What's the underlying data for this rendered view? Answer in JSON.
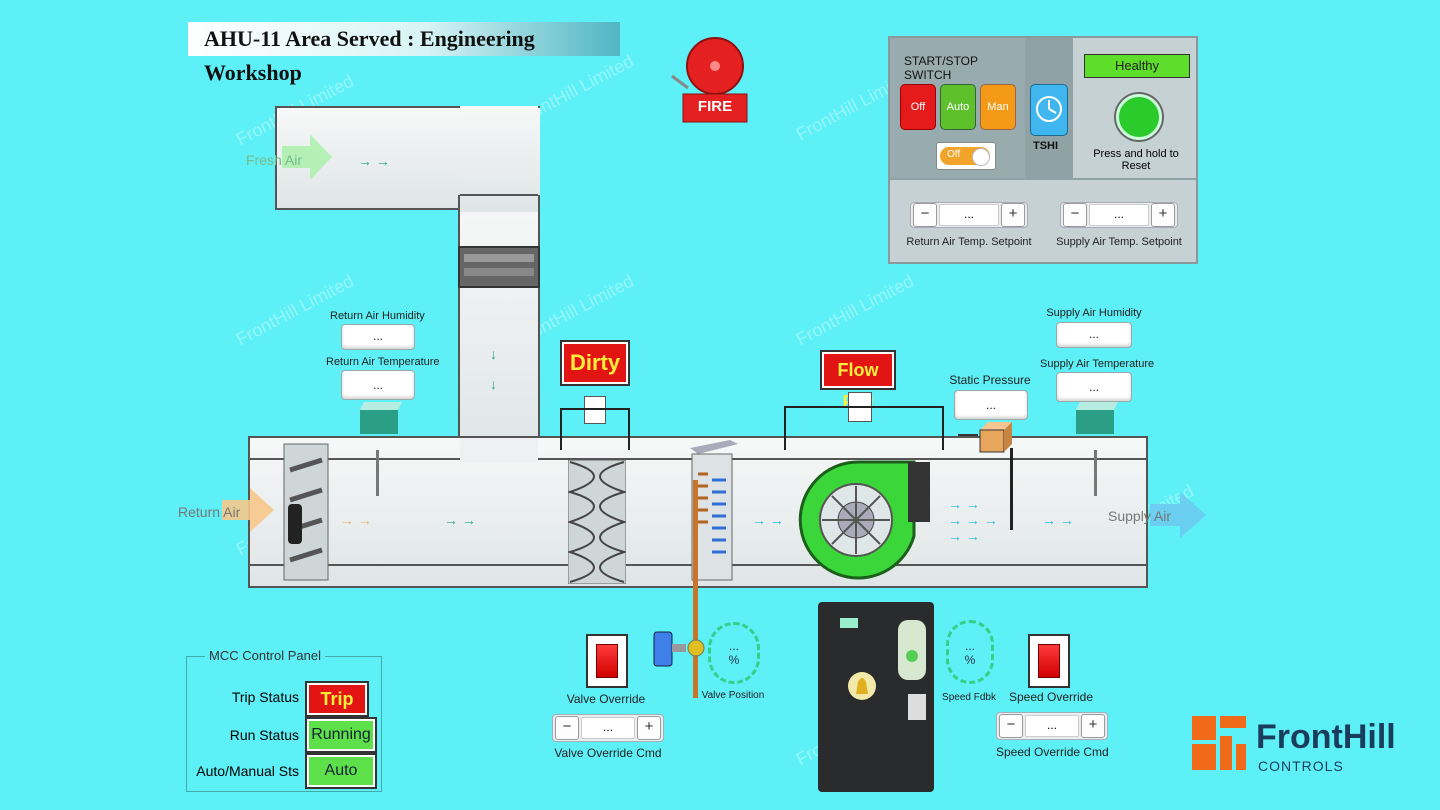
{
  "header": {
    "title": "AHU-11  Area Served : Engineering Workshop"
  },
  "fire": {
    "label": "FIRE"
  },
  "control_panel": {
    "switch_title": "START/STOP SWITCH",
    "off_label": "Off",
    "auto_label": "Auto",
    "man_label": "Man",
    "toggle_label": "Off",
    "tshi_label": "TSHI",
    "status_label": "Healthy",
    "reset_label": "Press and hold to Reset",
    "return_setpoint": {
      "label": "Return Air Temp. Setpoint",
      "value": "...",
      "minus": "−",
      "plus": "+"
    },
    "supply_setpoint": {
      "label": "Supply Air Temp. Setpoint",
      "value": "...",
      "minus": "−",
      "plus": "+"
    }
  },
  "airflow": {
    "fresh_air": "Fresh Air",
    "return_air": "Return Air",
    "supply_air": "Supply Air"
  },
  "sensors": {
    "return_humidity": {
      "label": "Return Air Humidity",
      "value": "..."
    },
    "return_temperature": {
      "label": "Return Air Temperature",
      "value": "..."
    },
    "supply_humidity": {
      "label": "Supply Air Humidity",
      "value": "..."
    },
    "supply_temperature": {
      "label": "Supply Air Temperature",
      "value": "..."
    },
    "static_pressure": {
      "label": "Static Pressure",
      "value": "..."
    }
  },
  "alarms": {
    "filter": "Dirty",
    "flow": "Flow Fail"
  },
  "valve": {
    "override_label": "Valve Override",
    "position_label": "Valve Position",
    "position_value": "...",
    "position_unit": "%",
    "cmd": {
      "label": "Valve Override Cmd",
      "value": "...",
      "minus": "−",
      "plus": "+"
    }
  },
  "fan": {
    "speed_fdbk_label": "Speed Fdbk",
    "speed_value": "...",
    "speed_unit": "%",
    "override_label": "Speed Override",
    "cmd": {
      "label": "Speed Override Cmd",
      "value": "...",
      "minus": "−",
      "plus": "+"
    }
  },
  "mcc": {
    "title": "MCC Control Panel",
    "trip_label": "Trip Status",
    "trip_value": "Trip",
    "run_label": "Run Status",
    "run_value": "Running",
    "mode_label": "Auto/Manual Sts",
    "mode_value": "Auto"
  },
  "logo": {
    "name": "FrontHill",
    "sub": "CONTROLS"
  },
  "watermark": "FrontHill Limited",
  "colors": {
    "background": "#5df0f7",
    "alarm": "#e21414",
    "ok": "#5ed62a",
    "brand": "#f06a1a",
    "brand_text": "#1a3d5c"
  }
}
